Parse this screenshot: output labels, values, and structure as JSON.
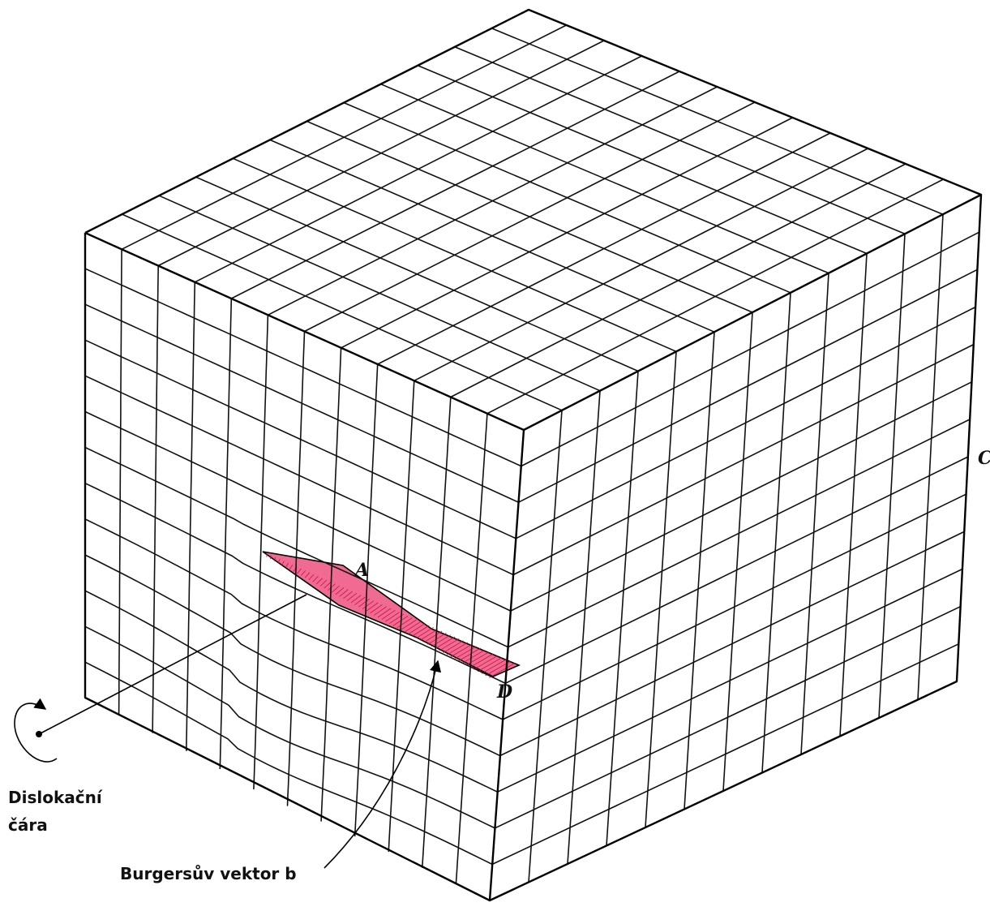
{
  "labels": {
    "point_a": "A",
    "point_c": "C",
    "point_d": "D",
    "dislocation_line_1": "Dislokační",
    "dislocation_line_2": "čára",
    "burgers_vector": "Burgersův vektor b"
  },
  "colors": {
    "slip_fill": "#f06a92",
    "slip_stroke": "#c8143c"
  },
  "icons": {
    "rotation": "circular-arrow-icon"
  }
}
